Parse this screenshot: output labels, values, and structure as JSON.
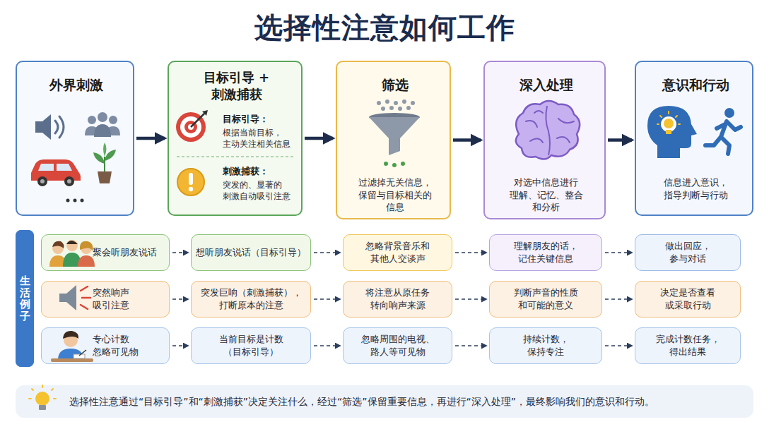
{
  "diagram": {
    "title": "选择性注意如何工作",
    "caption": "选择性注意通过“目标引导”和“刺激捕获”决定关注什么，经过“筛选”保留重要信息，再进行“深入处理”，最终影响我们的意识和行动。",
    "nodes": [
      {
        "text": [
          "外界刺激"
        ]
      },
      {
        "text": [
          "目标引导 + 刺激捕获",
          "目标引导：",
          "根据当前目标， 主动关注相关信息",
          "刺激捕获：",
          "突发的、显著的 刺激自动吸引注意"
        ]
      },
      {
        "text": [
          "筛选",
          "过滤掉无关信息， 保留与目标相关的 信息"
        ]
      },
      {
        "text": [
          "深入处理",
          "对选中信息进行 理解、记忆、整合 和分析"
        ]
      },
      {
        "text": [
          "意识和行动",
          "信息进入意识， 指导判断与行动"
        ]
      },
      {
        "text": [
          "生活例子"
        ]
      },
      {
        "text": [
          "聚会听朋友说话"
        ]
      },
      {
        "text": [
          "想听朋友说话（目标引导）"
        ]
      },
      {
        "text": [
          "忽略背景音乐和 其他人交谈声"
        ]
      },
      {
        "text": [
          "理解朋友的话， 记住关键信息"
        ]
      },
      {
        "text": [
          "做出回应， 参与对话"
        ]
      },
      {
        "text": [
          "突然响声 吸引注意"
        ]
      },
      {
        "text": [
          "突发巨响（刺激捕获）， 打断原本的注意"
        ]
      },
      {
        "text": [
          "将注意从原任务 转向响声来源"
        ]
      },
      {
        "text": [
          "判断声音的性质 和可能的意义"
        ]
      },
      {
        "text": [
          "决定是否查看 或采取行动"
        ]
      },
      {
        "text": [
          "专心计数 忽略可见物"
        ]
      },
      {
        "text": [
          "当前目标是计数 （目标引导）"
        ]
      },
      {
        "text": [
          "忽略周围的电视、 路人等可见物"
        ]
      },
      {
        "text": [
          "持续计数， 保持专注"
        ]
      },
      {
        "text": [
          "完成计数任务， 得出结果"
        ]
      }
    ],
    "edges": [
      {
        "from": 0,
        "to": 1,
        "arrow": "to"
      },
      {
        "from": 1,
        "to": 2,
        "arrow": "to"
      },
      {
        "from": 2,
        "to": 3,
        "arrow": "to"
      },
      {
        "from": 3,
        "to": 4,
        "arrow": "to"
      },
      {
        "from": 6,
        "to": 7,
        "arrow": "to"
      },
      {
        "from": 7,
        "to": 8,
        "arrow": "to"
      },
      {
        "from": 8,
        "to": 9,
        "arrow": "to"
      },
      {
        "from": 9,
        "to": 10,
        "arrow": "to"
      },
      {
        "from": 11,
        "to": 12,
        "arrow": "to"
      },
      {
        "from": 12,
        "to": 13,
        "arrow": "to"
      },
      {
        "from": 13,
        "to": 14,
        "arrow": "to"
      },
      {
        "from": 14,
        "to": 15,
        "arrow": "to"
      },
      {
        "from": 16,
        "to": 17,
        "arrow": "to"
      },
      {
        "from": 17,
        "to": 18,
        "arrow": "to"
      },
      {
        "from": 18,
        "to": 19,
        "arrow": "to"
      },
      {
        "from": 19,
        "to": 20,
        "arrow": "to"
      }
    ]
  }
}
